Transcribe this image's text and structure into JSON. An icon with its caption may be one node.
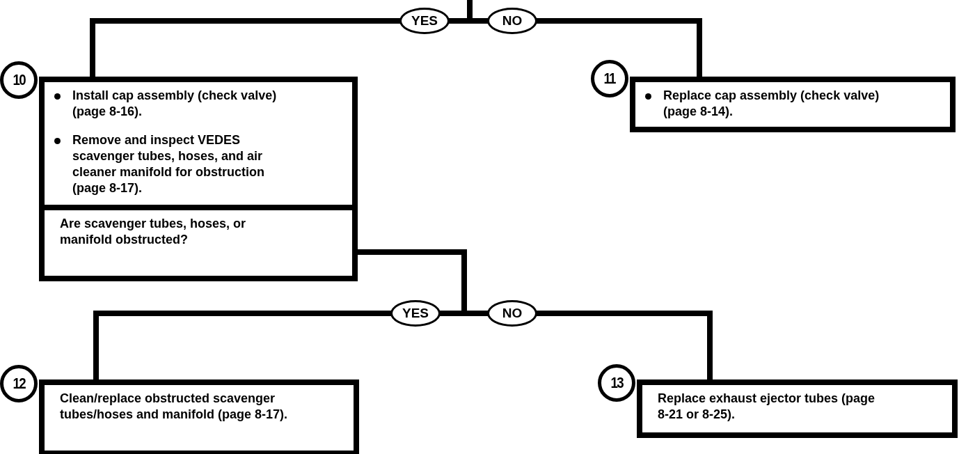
{
  "diagram": {
    "nodes": [
      {
        "text": [
          "10"
        ]
      },
      {
        "text": [
          "Install cap assembly (check valve) (page 8-16).",
          "Remove and inspect VEDES scavenger tubes, hoses, and air cleaner manifold for obstruction (page 8-17)."
        ]
      },
      {
        "text": [
          "11"
        ]
      },
      {
        "text": [
          "Replace cap assembly (check valve) (page 8-14)."
        ]
      },
      {
        "text": [
          "Are scavenger tubes, hoses, or manifold obstructed?"
        ]
      },
      {
        "text": [
          "12"
        ]
      },
      {
        "text": [
          "Clean/replace obstructed scavenger tubes/hoses and manifold (page 8-17)."
        ]
      },
      {
        "text": [
          "13"
        ]
      },
      {
        "text": [
          "Replace exhaust ejector tubes (page 8-21 or 8-25)."
        ]
      }
    ],
    "edges": [
      {
        "from": null,
        "to": 1,
        "arrow": "none",
        "label": "YES"
      },
      {
        "from": null,
        "to": 3,
        "arrow": "none",
        "label": "NO"
      },
      {
        "from": 4,
        "to": 6,
        "arrow": "none",
        "label": "YES"
      },
      {
        "from": 4,
        "to": 8,
        "arrow": "none",
        "label": "NO"
      }
    ]
  }
}
